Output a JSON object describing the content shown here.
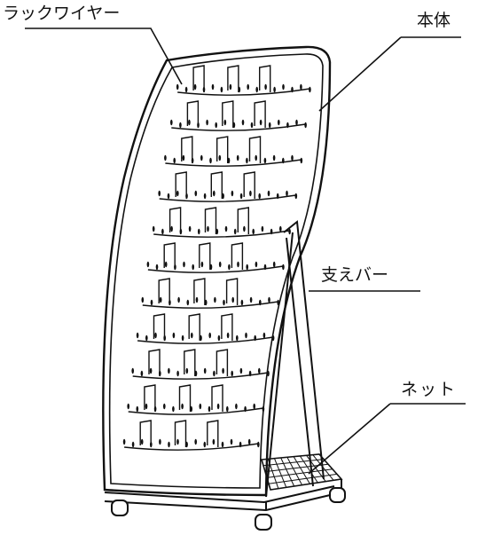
{
  "labels": {
    "rack_wire": "ラックワイヤー",
    "body": "本体",
    "support_bar": "支えバー",
    "net": "ネット"
  },
  "colors": {
    "line": "#111111",
    "background": "#ffffff"
  }
}
